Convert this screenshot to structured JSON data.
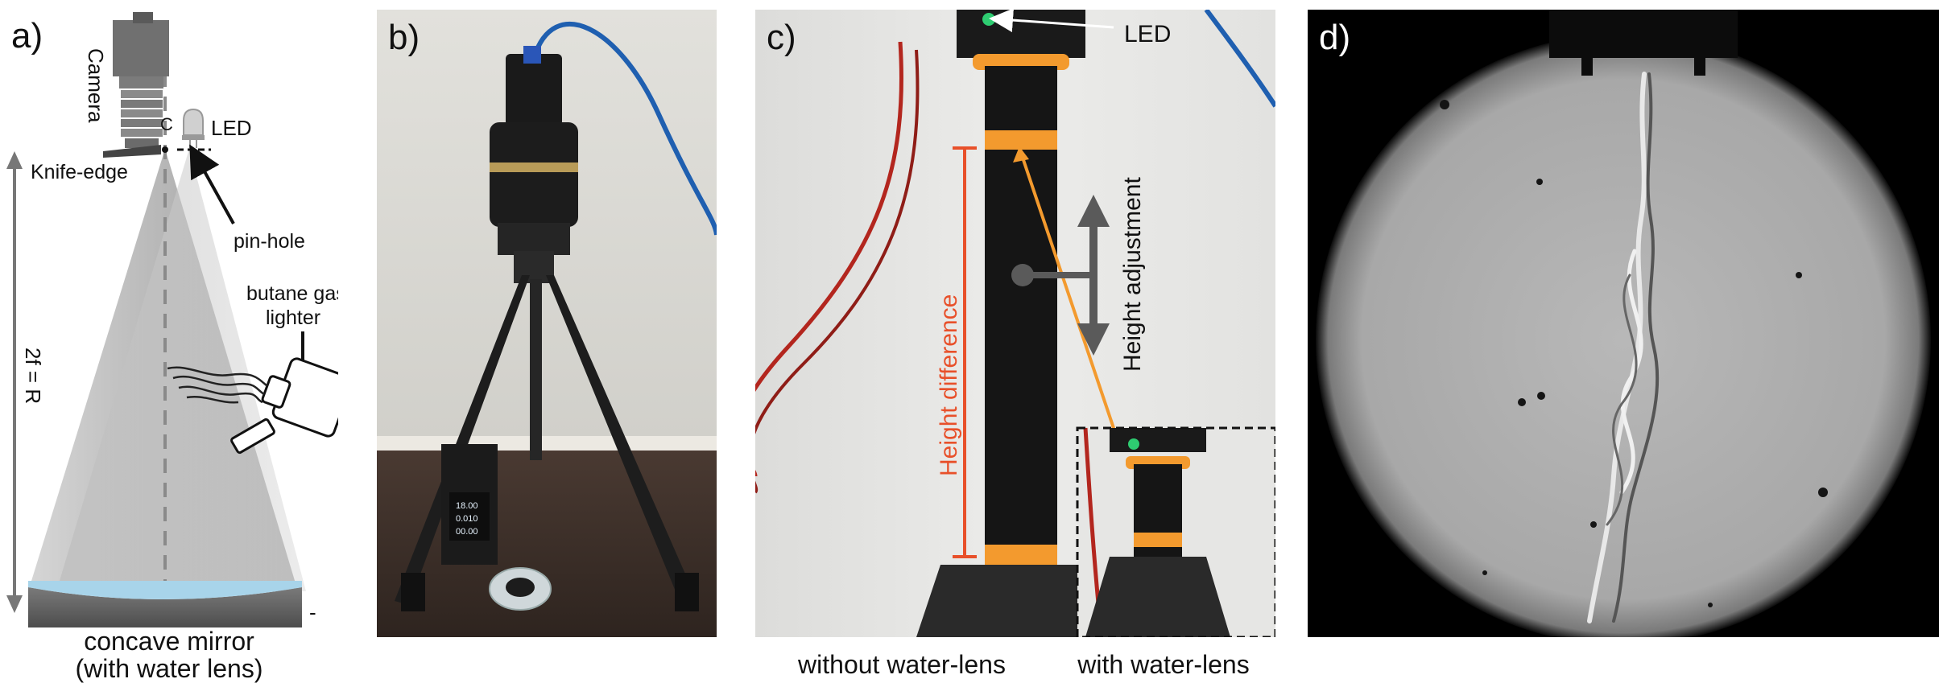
{
  "panel_a": {
    "label": "a)",
    "camera": "Camera",
    "c_mark": "C",
    "led": "LED",
    "knife_edge": "Knife-edge",
    "pin_hole": "pin-hole",
    "lighter_line1": "butane gas-",
    "lighter_line2": "lighter",
    "distance": "2f = R",
    "mirror_line1": "concave mirror",
    "mirror_line2": "(with water lens)",
    "minus": "-"
  },
  "panel_b": {
    "label": "b)",
    "display_lines": [
      "18.00",
      "0.010",
      "00.00"
    ]
  },
  "panel_c": {
    "label": "c)",
    "led": "LED",
    "height_difference": "Height difference",
    "height_adjustment": "Height adjustment",
    "caption_left": "without water-lens",
    "caption_right": "with water-lens"
  },
  "panel_d": {
    "label": "d)"
  },
  "colors": {
    "orange": "#f39a2e",
    "red_line": "#e8502a",
    "water": "#a8d4ea",
    "arrow_gray": "#5a5a5a",
    "led_green": "#2ecc71"
  }
}
